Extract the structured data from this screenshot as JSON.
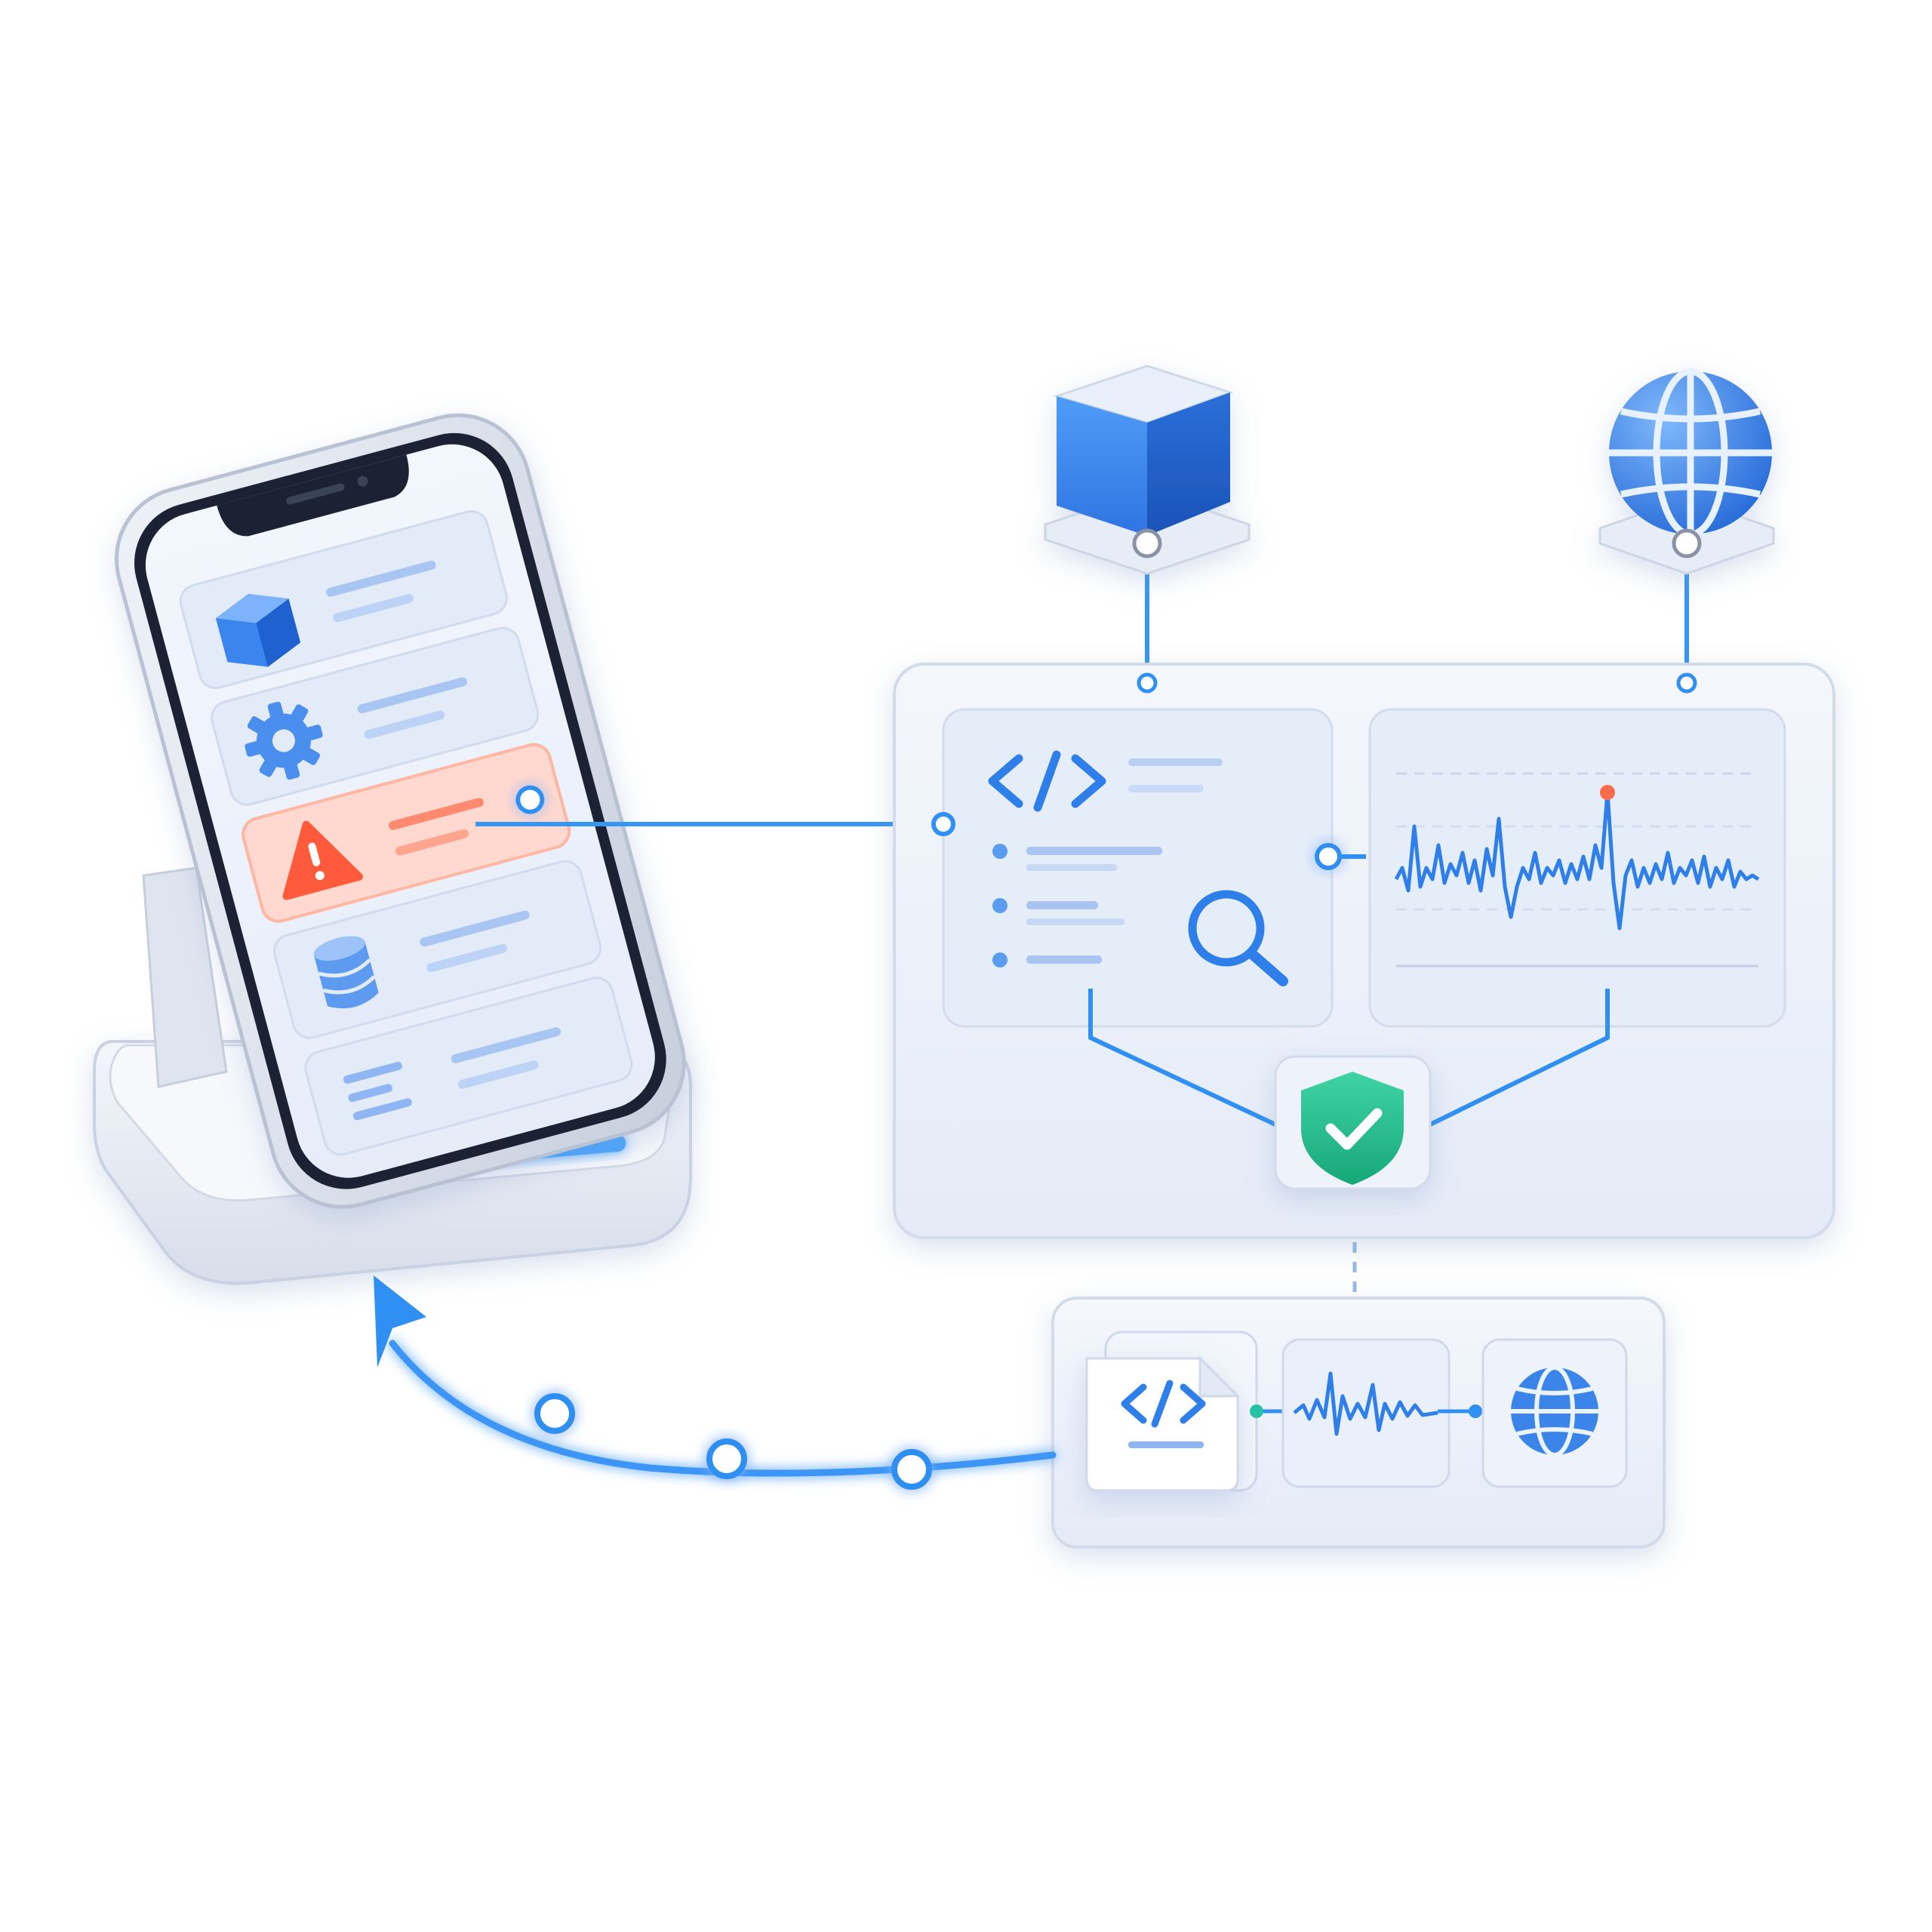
{
  "diagram": {
    "phone": {
      "list_items": [
        {
          "icon": "cube-icon",
          "state": "normal"
        },
        {
          "icon": "gear-icon",
          "state": "normal"
        },
        {
          "icon": "warning-icon",
          "state": "error"
        },
        {
          "icon": "database-icon",
          "state": "normal"
        },
        {
          "icon": "lines-icon",
          "state": "normal"
        }
      ]
    },
    "top_icons": [
      "cube-icon",
      "globe-icon"
    ],
    "dashboard": {
      "left_panel_icons": [
        "code-icon",
        "magnifier-icon"
      ],
      "right_panel": "waveform",
      "center_badge": "shield-check-icon"
    },
    "bottom_tray": [
      "code-file-icon",
      "waveform-icon",
      "globe-icon"
    ]
  },
  "colors": {
    "accent": "#2f8ff2",
    "accent_dark": "#1d6fe0",
    "error": "#ff6a4d",
    "error_bg": "#ffd9cf",
    "success": "#1fb88a",
    "panel": "#e9f0fb",
    "phone_body": "#dfe6f2"
  }
}
